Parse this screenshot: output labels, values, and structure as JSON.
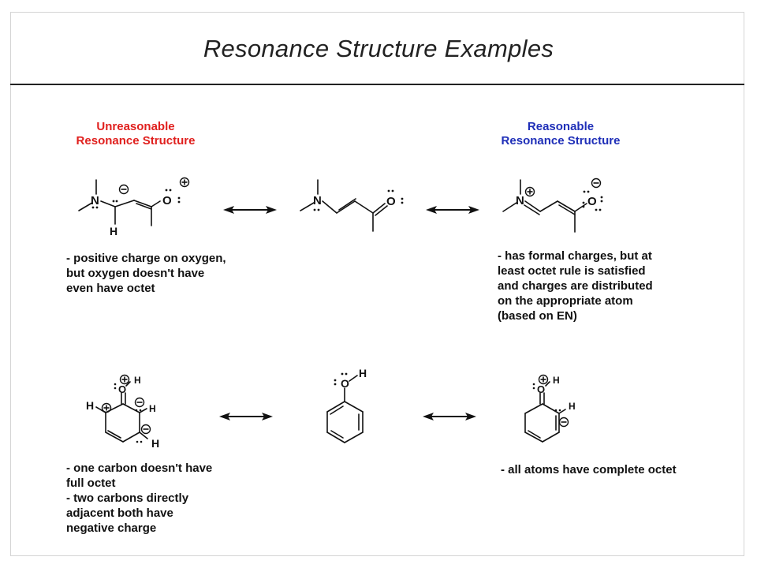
{
  "title": "Resonance Structure Examples",
  "colors": {
    "unreasonable": "#e0201e",
    "reasonable": "#1f2fb8",
    "ink": "#111111"
  },
  "top_row": {
    "left_heading": [
      "Unreasonable",
      "Resonance Structure"
    ],
    "right_heading": [
      "Reasonable",
      "Resonance Structure"
    ],
    "left_note": [
      "- positive charge on oxygen,",
      "but oxygen doesn't have",
      "even have octet"
    ],
    "right_note": [
      "- has formal charges, but at",
      "least octet rule is satisfied",
      "and charges are distributed",
      "on the appropriate atom",
      "(based on EN)"
    ],
    "atoms": {
      "nitrogen": "N",
      "oxygen": "O",
      "hydrogen": "H"
    }
  },
  "bottom_row": {
    "left_note": [
      "- one carbon doesn't have",
      "full octet",
      "- two carbons directly",
      "adjacent both have",
      "negative charge"
    ],
    "right_note": [
      "- all atoms have complete octet"
    ],
    "atoms": {
      "oxygen": "O",
      "hydrogen": "H"
    }
  },
  "icons": [
    "resonance-arrow-icon",
    "positive-charge-icon",
    "negative-charge-icon",
    "lone-pair-icon"
  ]
}
